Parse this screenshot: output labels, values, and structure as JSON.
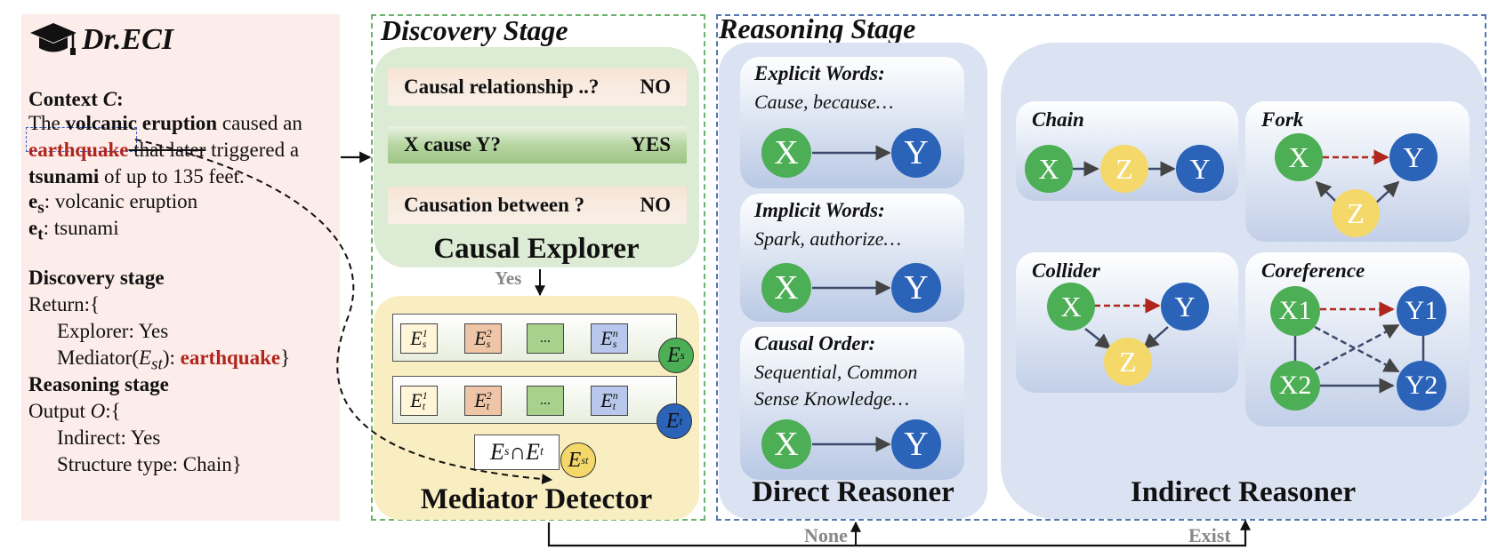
{
  "logo": {
    "text": "Dr.ECI",
    "icon": "graduation-cap-icon"
  },
  "left": {
    "context_label": "Context",
    "context_var": "C",
    "sentence": {
      "p1": "The ",
      "b1": "volcanic eruption",
      "p2": " caused an",
      "red": "earthquake",
      "strike": " that later",
      "p3": " triggered a",
      "b2": "tsunami",
      "p4": " of up to 135 feet."
    },
    "es_label": "e",
    "es_sub": "s",
    "es_value": ": volcanic eruption",
    "et_label": "e",
    "et_sub": "t",
    "et_value": ": tsunami",
    "discovery_heading": "Discovery stage",
    "return_open": "Return:{",
    "explorer_line": "Explorer: Yes",
    "mediator_prefix": "Mediator(",
    "mediator_var": "E",
    "mediator_var_sub": "st",
    "mediator_mid": "): ",
    "mediator_value": "earthquake",
    "mediator_close": "}",
    "reasoning_heading": "Reasoning stage",
    "output_prefix": "Output ",
    "output_var": "O",
    "output_suffix": ":{",
    "indirect_line": "Indirect: Yes",
    "structure_line": "Structure type: Chain}"
  },
  "discovery": {
    "title": "Discovery Stage",
    "questions": [
      {
        "q": "Causal relationship ..?",
        "a": "NO"
      },
      {
        "q": "X cause Y?",
        "a": "YES"
      },
      {
        "q": "Causation between ?",
        "a": "NO"
      }
    ],
    "explorer_label": "Causal Explorer",
    "yes_label": "Yes",
    "mediator_label": "Mediator Detector",
    "row_s": {
      "cells": [
        "E",
        "E",
        "...",
        "E"
      ],
      "sups": [
        "1",
        "2",
        "",
        "n"
      ],
      "sub": "s",
      "circle": "E",
      "circle_sub": "s"
    },
    "row_t": {
      "cells": [
        "E",
        "E",
        "...",
        "E"
      ],
      "sups": [
        "1",
        "2",
        "",
        "n"
      ],
      "sub": "t",
      "circle": "E",
      "circle_sub": "t"
    },
    "intersection": "E",
    "intersection_sub1": "s",
    "intersection_op": " ∩ ",
    "intersection_sub2": "t",
    "est_circle": "E",
    "est_sub": "st"
  },
  "reasoning": {
    "title": "Reasoning Stage",
    "direct_label": "Direct Reasoner",
    "indirect_label": "Indirect Reasoner",
    "direct_cards": [
      {
        "title": "Explicit Words:",
        "body": [
          "Cause, because…"
        ]
      },
      {
        "title": "Implicit Words:",
        "body": [
          "Spark, authorize…"
        ]
      },
      {
        "title": "Causal Order:",
        "body": [
          "Sequential, Common",
          "Sense Knowledge…"
        ]
      }
    ],
    "indirect_cards": {
      "chain": "Chain",
      "fork": "Fork",
      "collider": "Collider",
      "coreference": "Coreference"
    },
    "nodes": {
      "x": "X",
      "y": "Y",
      "z": "Z",
      "x1": "X1",
      "x2": "X2",
      "y1": "Y1",
      "y2": "Y2"
    }
  },
  "bottom": {
    "none": "None",
    "exist": "Exist"
  },
  "colors": {
    "green_node": "#4cae55",
    "blue_node": "#2a63b8",
    "yellow_node": "#f4d86a",
    "red_arrow": "#b0261c",
    "highlight": "#b0261c"
  }
}
